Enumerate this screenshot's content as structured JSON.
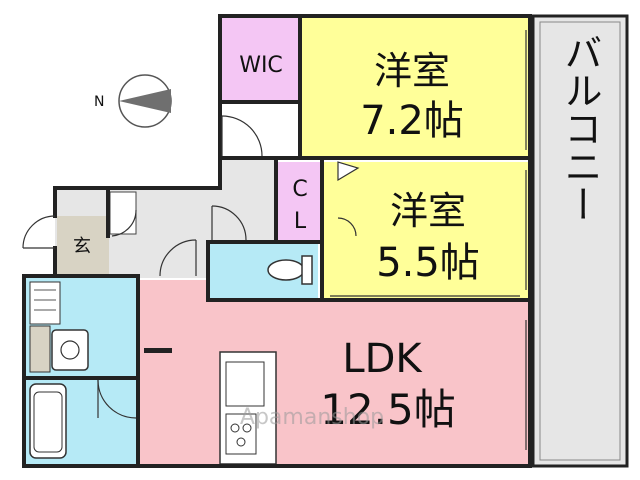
{
  "compass": {
    "label": "N"
  },
  "rooms": {
    "wic": {
      "label": "WIC",
      "color": "#f4c6f4"
    },
    "western1": {
      "name": "洋室",
      "size": "7.2帖",
      "color": "#ffff99"
    },
    "western2": {
      "name": "洋室",
      "size": "5.5帖",
      "color": "#ffff99"
    },
    "closet": {
      "line1": "C",
      "line2": "L",
      "color": "#f4c6f4"
    },
    "balcony": {
      "label": "バルコニー",
      "color": "#e6e6e6"
    },
    "entrance": {
      "label": "玄",
      "color": "#d8d3c4"
    },
    "ldk": {
      "name": "LDK",
      "size": "12.5帖",
      "color": "#f9c4c9"
    },
    "toilet": {
      "color": "#b6eaf6"
    },
    "washroom": {
      "color": "#b6eaf6"
    },
    "bathroom": {
      "color": "#b6eaf6"
    },
    "hall": {
      "color": "#e6e6e6"
    }
  },
  "watermark": {
    "text": "Apamanshop"
  }
}
